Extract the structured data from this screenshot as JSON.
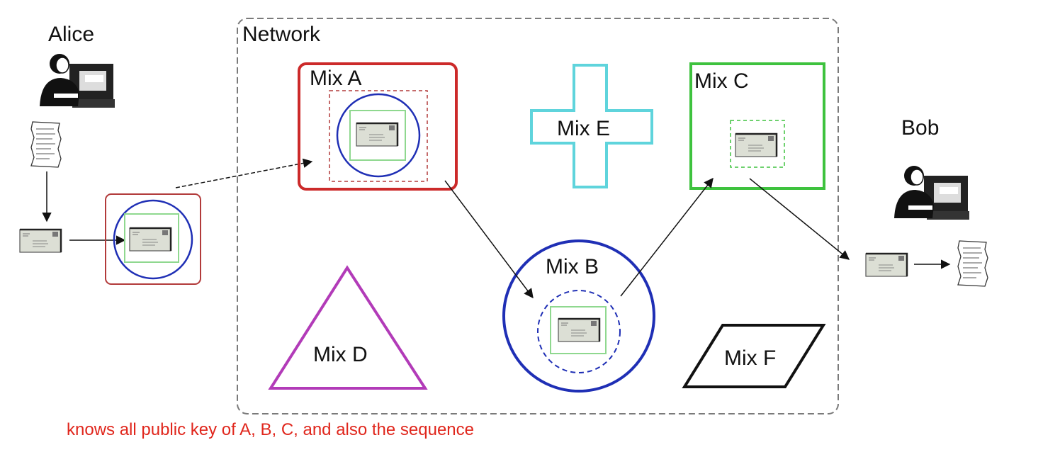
{
  "labels": {
    "alice": "Alice",
    "bob": "Bob",
    "network": "Network",
    "mix_a": "Mix A",
    "mix_b": "Mix B",
    "mix_c": "Mix C",
    "mix_d": "Mix D",
    "mix_e": "Mix E",
    "mix_f": "Mix F"
  },
  "caption": "knows all public key of A, B, C, and also the sequence",
  "colors": {
    "mix_a": "#cc2a2a",
    "mix_b": "#1f2fb5",
    "mix_c": "#3ec23e",
    "mix_d": "#b23bb8",
    "mix_e": "#5fd4dc",
    "mix_f": "#111111",
    "network_border": "#777777",
    "caption": "#e0261c",
    "envelope_fill": "#d9dcd2",
    "inner_green": "#8fd88f"
  },
  "icons": [
    "person-at-computer-icon",
    "document-icon",
    "envelope-icon"
  ]
}
